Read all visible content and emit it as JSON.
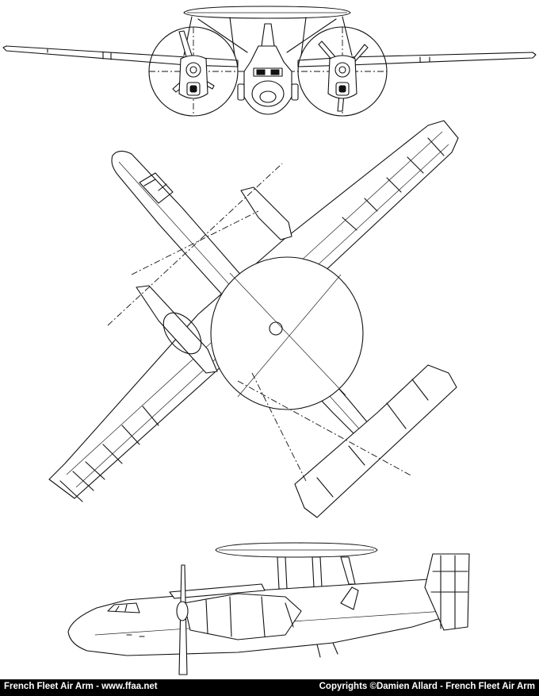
{
  "footer": {
    "left": "French Fleet Air Arm - www.ffaa.net",
    "right": "Copyrights ©Damien Allard - French Fleet Air Arm",
    "background": "#000000",
    "text_color": "#ffffff"
  },
  "views": {
    "count": 3,
    "order": [
      "front-view",
      "top-view",
      "side-view"
    ],
    "line_color": "#111111"
  }
}
